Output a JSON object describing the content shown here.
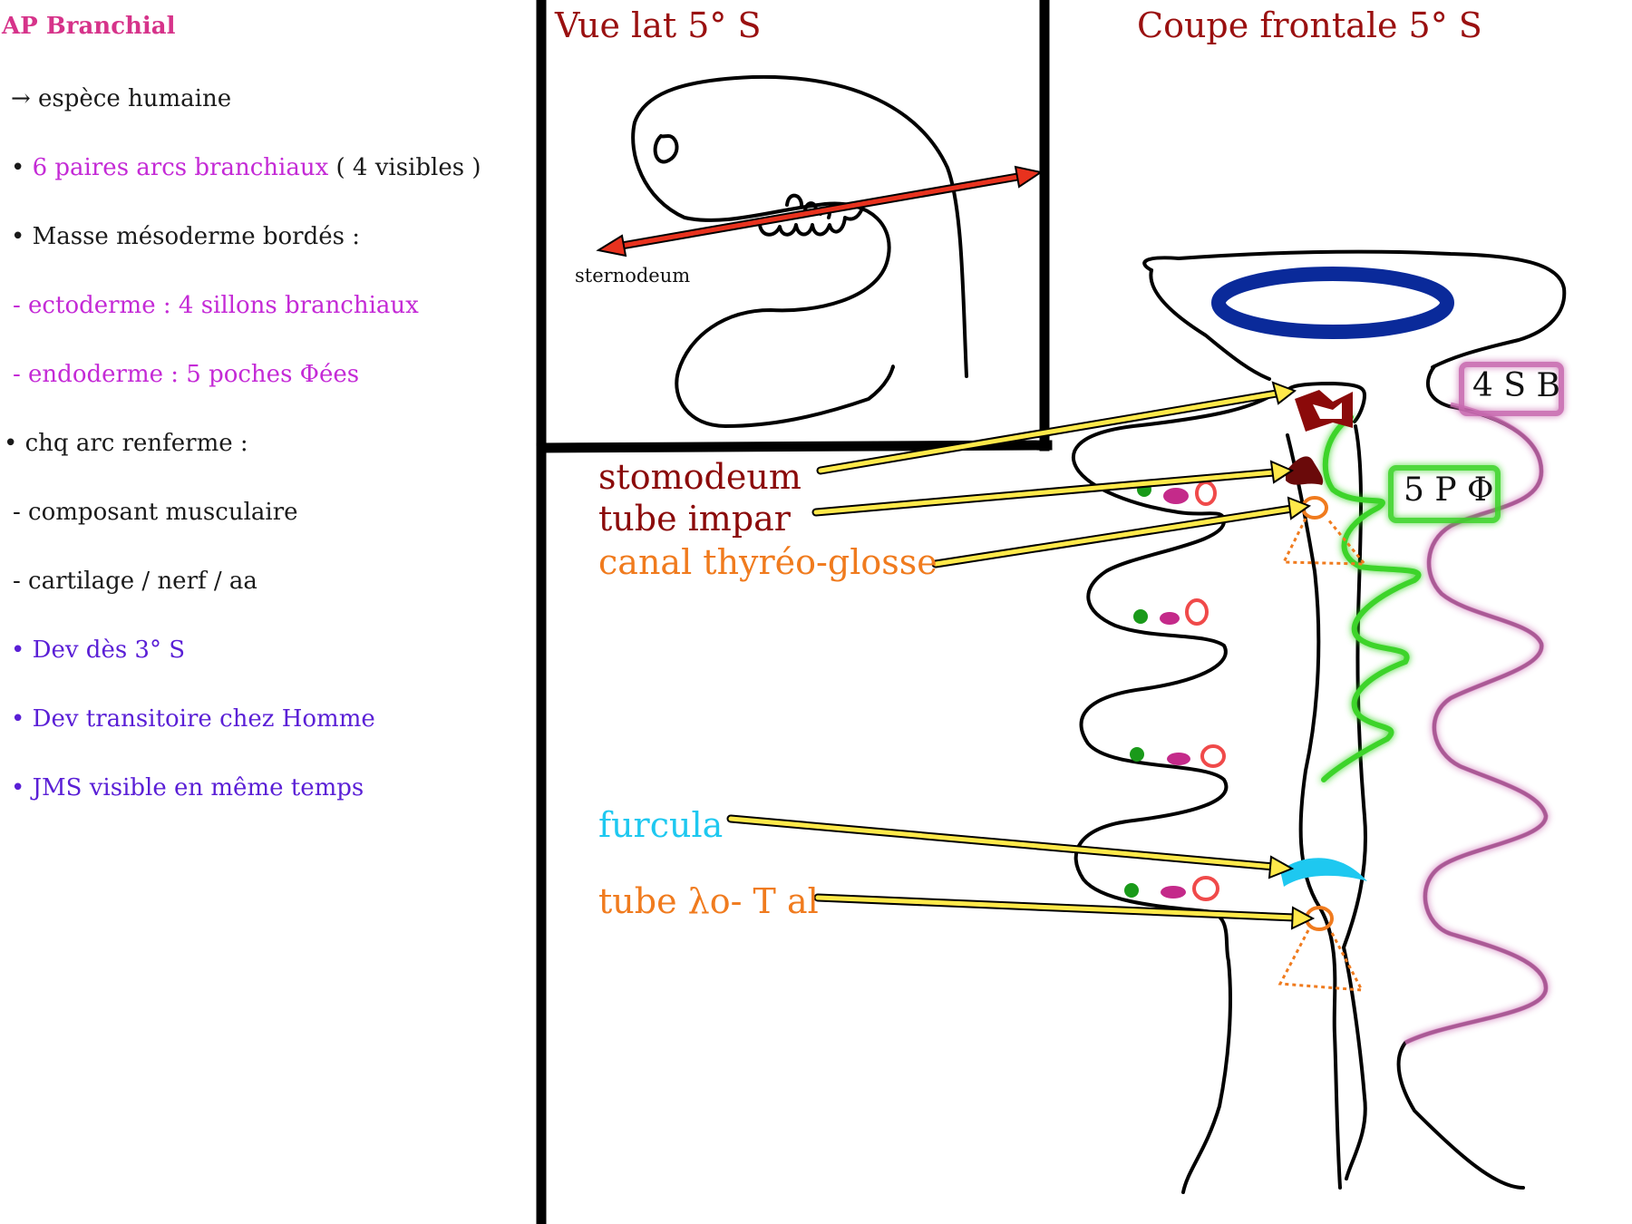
{
  "title": "AP Branchial",
  "notes": [
    {
      "text": "→ espèce humaine",
      "color": "dark"
    },
    {
      "text": "6 paires arcs branchiaux",
      "suffix": " ( 4 visibles )",
      "color": "pink",
      "bullet": "•"
    },
    {
      "text": "Masse mésoderme bordés :",
      "color": "dark",
      "bullet": "•"
    },
    {
      "text": "- ectoderme : 4 sillons branchiaux",
      "color": "pink"
    },
    {
      "text": "- endoderme : 5 poches Φées",
      "color": "pink"
    },
    {
      "text": "chq arc renferme :",
      "color": "dark",
      "bullet": "•"
    },
    {
      "text": "- composant musculaire",
      "color": "dark"
    },
    {
      "text": "- cartilage / nerf / aa",
      "color": "dark"
    },
    {
      "text": "Dev dès 3° S",
      "color": "violet",
      "bullet": "•"
    },
    {
      "text": "Dev transitoire chez Homme",
      "color": "violet",
      "bullet": "•"
    },
    {
      "text": "JMS visible en même temps",
      "color": "violet",
      "bullet": "•"
    }
  ],
  "panel_lat": {
    "title": "Vue lat 5° S",
    "label": "sternodeum"
  },
  "panel_frontal": {
    "title": "Coupe frontale  5° S",
    "box_sb": "4 S B",
    "box_pf": "5 P Φ"
  },
  "labels": {
    "stomodeum": "stomodeum",
    "tube_impar": "tube impar",
    "canal": "canal thyréo-glosse",
    "furcula": "furcula",
    "tube_lo": "tube λo- T al"
  },
  "colors": {
    "title": "#d6338a",
    "pink_text": "#c42ad6",
    "violet_text": "#5a1fd6",
    "header": "#9a1010",
    "stomodeum": "#8b0a0a",
    "orange": "#f07b1e",
    "cyan": "#1ec8f0",
    "arrow_yellow": "#ffe94a",
    "arrow_red": "#e8321e",
    "ring_blue": "#0a2a9a",
    "green_glow": "#3cd42a",
    "pink_glow": "#c86ab0"
  }
}
